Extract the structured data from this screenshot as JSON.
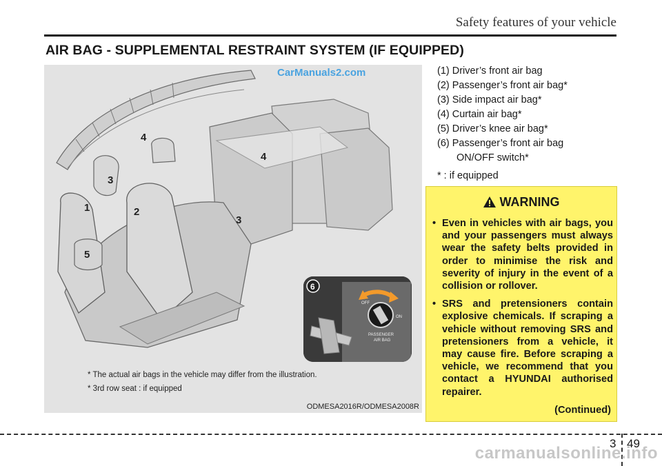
{
  "header": {
    "section_title": "Safety features of your vehicle",
    "main_heading": "AIR BAG - SUPPLEMENTAL RESTRAINT SYSTEM (IF EQUIPPED)"
  },
  "illustration": {
    "watermark": "CarManuals2.com",
    "callouts": [
      "1",
      "2",
      "3",
      "3",
      "4",
      "4",
      "5"
    ],
    "inset_callout": "6",
    "switch_labels": {
      "off": "OFF",
      "on": "ON",
      "passenger": "PASSENGER",
      "airbag": "AIR BAG"
    },
    "footnotes": [
      "* The actual air bags in the vehicle may differ from the illustration.",
      "* 3rd row seat : if equipped"
    ],
    "image_code": "ODMESA2016R/ODMESA2008R"
  },
  "legend": {
    "items": [
      "(1) Driver’s front air bag",
      "(2) Passenger’s front air bag*",
      "(3) Side impact air bag*",
      "(4) Curtain air bag*",
      "(5) Driver’s knee air bag*",
      "(6) Passenger’s front air bag"
    ],
    "item6_cont": "ON/OFF switch*",
    "note": "* : if equipped"
  },
  "warning": {
    "title": "WARNING",
    "bullets": [
      "Even in vehicles with air bags, you and your passengers must always wear the safety belts provided in order to minimise the risk and severity of injury in the event of a collision or rollover.",
      "SRS and pretensioners contain explosive chemicals. If scraping a vehicle without removing SRS and pretensioners from a vehicle, it may cause fire. Before scraping a vehicle, we recommend that you contact a HYUNDAI authorised repairer."
    ],
    "continued": "(Continued)",
    "color": "#fff46b"
  },
  "footer": {
    "chapter": "3",
    "page": "49",
    "site": "carmanualsonline.info"
  }
}
